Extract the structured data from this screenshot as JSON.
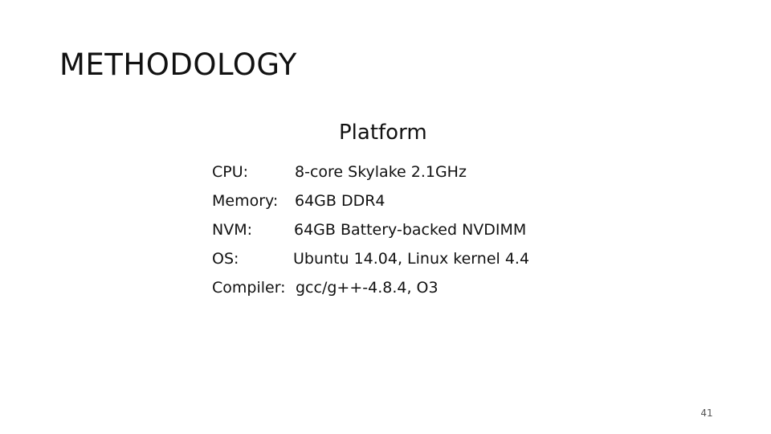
{
  "slide": {
    "title": "METHODOLOGY",
    "section_heading": "Platform",
    "specs": [
      {
        "label": "CPU:",
        "value": "8-core Skylake 2.1GHz"
      },
      {
        "label": "Memory:",
        "value": "64GB DDR4"
      },
      {
        "label": "NVM:",
        "value": "64GB Battery-backed NVDIMM"
      },
      {
        "label": "OS:",
        "value": "Ubuntu 14.04, Linux kernel 4.4"
      },
      {
        "label": "Compiler:",
        "value": "gcc/g++-4.8.4, O3"
      }
    ],
    "page_number": "41"
  },
  "colors": {
    "background": "#ffffff",
    "text": "#111111",
    "page_number": "#555555"
  }
}
